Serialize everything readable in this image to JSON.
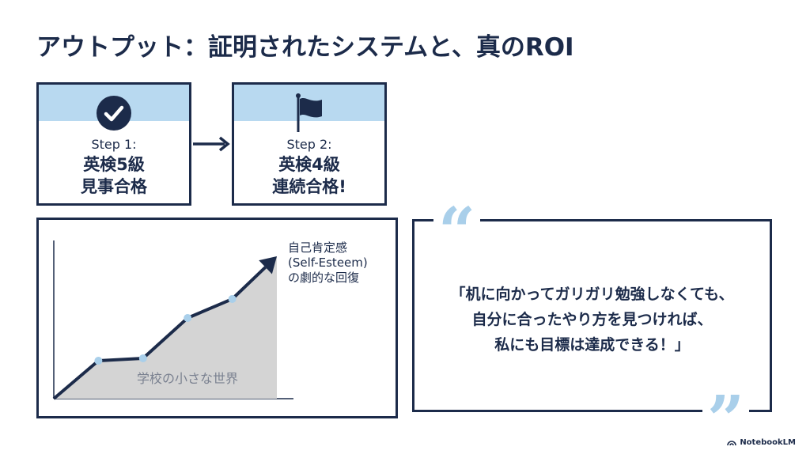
{
  "title": "アウトプット：証明されたシステムと、真のROI",
  "steps": [
    {
      "label": "Step 1:",
      "line1": "英検5級",
      "line2": "見事合格",
      "icon": "check-icon"
    },
    {
      "label": "Step 2:",
      "line1": "英検4級",
      "line2": "連続合格!",
      "icon": "flag-icon"
    }
  ],
  "graph": {
    "annotation": [
      "自己肯定感",
      "(Self-Esteem)",
      "の劇的な回復"
    ],
    "area_label": "学校の小さな世界",
    "trend_points": [
      [
        0,
        0
      ],
      [
        1,
        1.6
      ],
      [
        2,
        1.7
      ],
      [
        3,
        3.4
      ],
      [
        4,
        4.2
      ],
      [
        5,
        6.0
      ]
    ],
    "colors": {
      "line": "#1c2b4a",
      "area": "#d4d4d4",
      "marker": "#a9cfea"
    }
  },
  "quote": {
    "open_mark": "“",
    "close_mark": "”",
    "lines": [
      "「机に向かってガリガリ勉強しなくても、",
      "自分に合ったやり方を見つければ、",
      "私にも目標は達成できる！」"
    ]
  },
  "brand": "NotebookLM",
  "colors": {
    "navy": "#1c2b4a",
    "light_blue": "#b8d9f0",
    "quote_mark": "#a9cfea"
  }
}
